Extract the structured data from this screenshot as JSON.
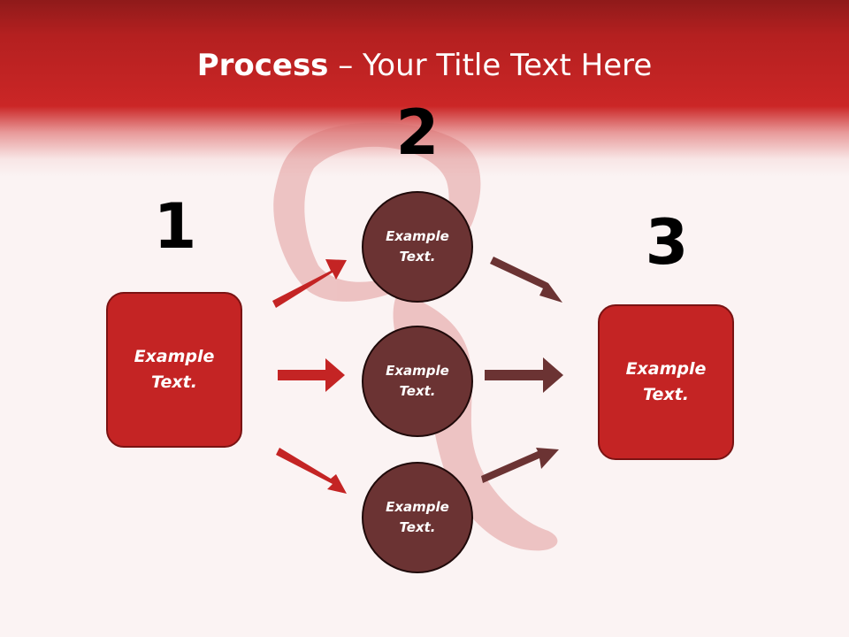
{
  "title": {
    "bold": "Process",
    "rest": " – Your Title Text Here"
  },
  "steps": {
    "one": {
      "number": "1",
      "text": "Example\nText."
    },
    "two": {
      "number": "2",
      "items": [
        "Example\nText.",
        "Example\nText.",
        "Example\nText."
      ]
    },
    "three": {
      "number": "3",
      "text": "Example\nText."
    }
  },
  "colors": {
    "header": "#cb2626",
    "box": "#c42424",
    "circle": "#6b3333",
    "arrow_in": "#c42424",
    "arrow_out": "#6b3333"
  }
}
